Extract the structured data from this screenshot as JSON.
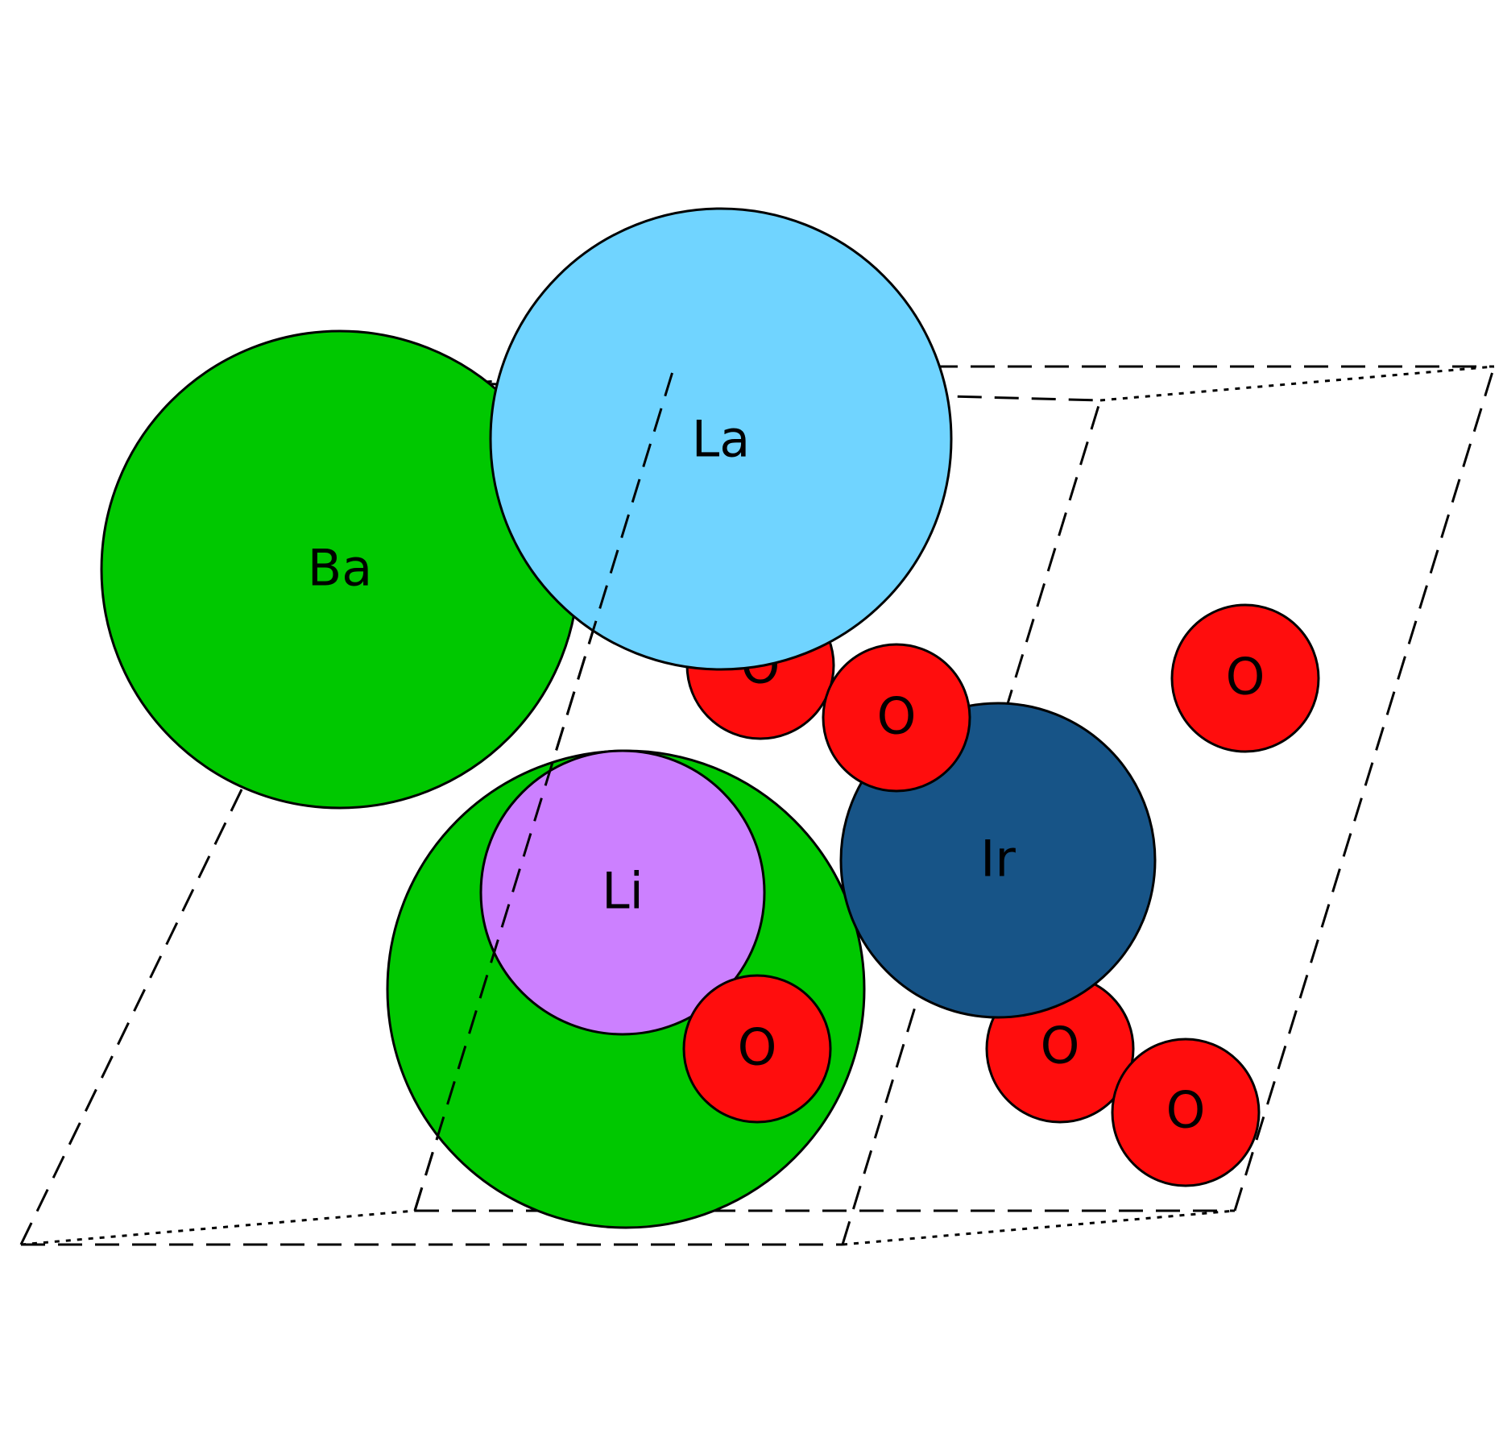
{
  "elements": {
    "Ba": {
      "label": "Ba",
      "color": "#00c800"
    },
    "La": {
      "label": "La",
      "color": "#70d4ff"
    },
    "Li": {
      "label": "Li",
      "color": "#cc80ff"
    },
    "Ir": {
      "label": "Ir",
      "color": "#175487"
    },
    "O": {
      "label": "O",
      "color": "#ff0d0d"
    }
  }
}
